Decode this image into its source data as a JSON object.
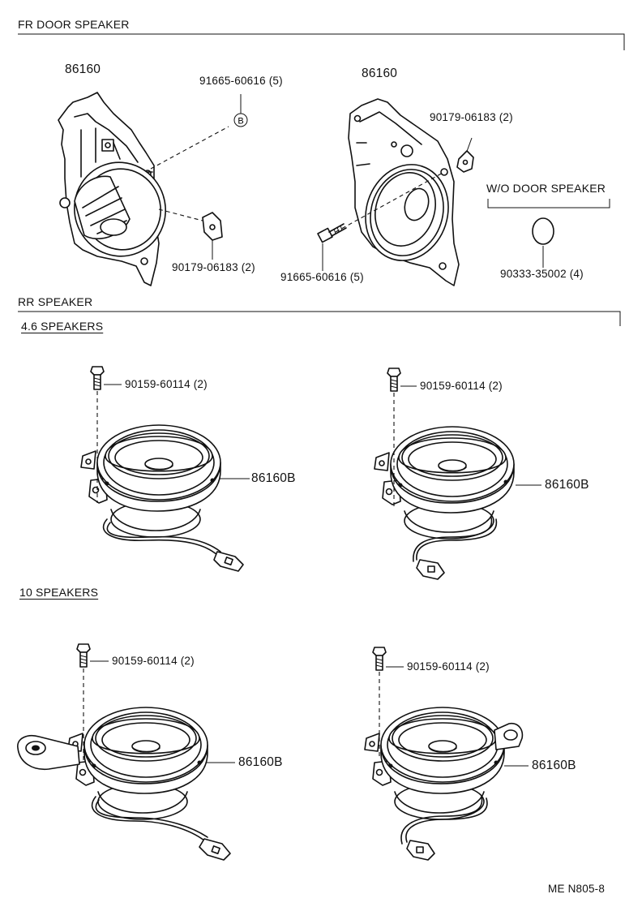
{
  "sections": {
    "fr_door": "FR DOOR SPEAKER",
    "wo_door": "W/O DOOR SPEAKER",
    "rr": "RR SPEAKER",
    "rr_46": "4.6 SPEAKERS",
    "rr_10": "10 SPEAKERS"
  },
  "front_left": {
    "bracket_part": "86160",
    "screw_part": "91665-60616 (5)",
    "clip_part": "90179-06183 (2)",
    "mark": "B"
  },
  "front_right": {
    "bracket_part": "86160",
    "clip_part": "90179-06183 (2)",
    "screw_part": "91665-60616 (5)"
  },
  "plug": {
    "part": "90333-35002 (4)"
  },
  "rear": [
    {
      "bolt": "90159-60114 (2)",
      "speaker": "86160B"
    },
    {
      "bolt": "90159-60114 (2)",
      "speaker": "86160B"
    },
    {
      "bolt": "90159-60114 (2)",
      "speaker": "86160B"
    },
    {
      "bolt": "90159-60114 (2)",
      "speaker": "86160B"
    }
  ],
  "footer_code": "ME N805-8"
}
